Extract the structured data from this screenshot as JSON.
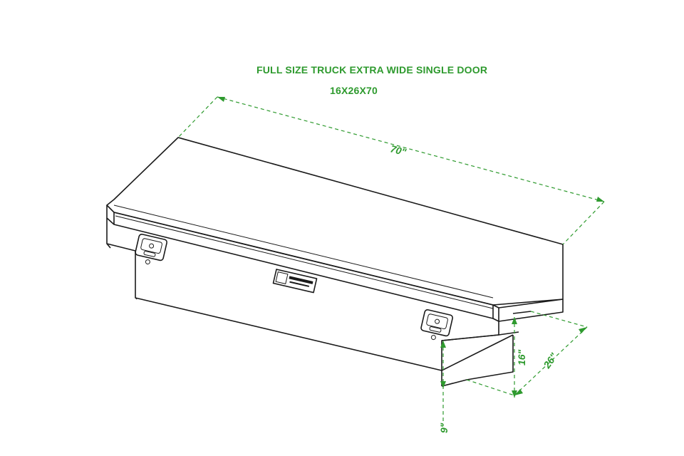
{
  "title": "FULL SIZE TRUCK EXTRA WIDE SINGLE DOOR",
  "subtitle": "16X26X70",
  "dimensions": {
    "length": "70\"",
    "height": "16\"",
    "width": "26\"",
    "step": "9\""
  },
  "colors": {
    "annotation": "#2e9a2e",
    "outline": "#1a1a1a"
  },
  "icons": [
    "toolbox-outline",
    "left-t-handle-latch",
    "right-t-handle-latch",
    "brand-badge"
  ]
}
